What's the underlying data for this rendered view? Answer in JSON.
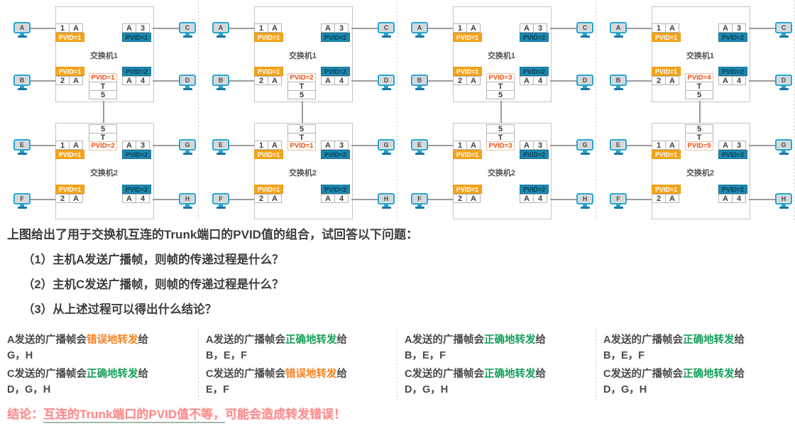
{
  "shared": {
    "sw1_name": "交换机1",
    "sw2_name": "交换机2",
    "access_mode": "A",
    "trunk_mode": "T",
    "trunk_port": "5",
    "port1": "1",
    "port2": "2",
    "port3": "3",
    "port4": "4",
    "pvid1": "PVID=1",
    "pvid2": "PVID=2",
    "hosts": {
      "a": "A",
      "b": "B",
      "c": "C",
      "d": "D",
      "e": "E",
      "f": "F",
      "g": "G",
      "h": "H"
    }
  },
  "colors": {
    "vlan1_tag_bg": "#F7A41C",
    "vlan2_tag_bg": "#1E87AE",
    "trunk_pvid_text": "#EE4B0D",
    "correct_text": "#16A05B",
    "wrong_text": "#F6821F",
    "conclusion_text": "#FA8C8C"
  },
  "panels": [
    {
      "trunk1": "PVID=1",
      "trunk2": "PVID=2"
    },
    {
      "trunk1": "PVID=2",
      "trunk2": "PVID=1"
    },
    {
      "trunk1": "PVID=3",
      "trunk2": "PVID=3"
    },
    {
      "trunk1": "PVID=4",
      "trunk2": "PVID=5"
    }
  ],
  "question": {
    "intro": "上图给出了用于交换机互连的Trunk端口的PVID值的组合，试回答以下问题：",
    "items": [
      "（1）主机A发送广播帧，则帧的传递过程是什么？",
      "（2）主机C发送广播帧，则帧的传递过程是什么？",
      "（3）从上述过程可以得出什么结论？"
    ]
  },
  "answers": [
    {
      "l1": {
        "pre": "A发送的广播帧会",
        "verdict": "错误地转发",
        "post": "给",
        "status": "wrong",
        "targets": "G，H"
      },
      "l2": {
        "pre": "C发送的广播帧会",
        "verdict": "正确地转发",
        "post": "给",
        "status": "right",
        "targets": "D，G，H"
      }
    },
    {
      "l1": {
        "pre": "A发送的广播帧会",
        "verdict": "正确地转发",
        "post": "给",
        "status": "right",
        "targets": "B，E，F"
      },
      "l2": {
        "pre": "C发送的广播帧会",
        "verdict": "错误地转发",
        "post": "给",
        "status": "wrong",
        "targets": "E，F"
      }
    },
    {
      "l1": {
        "pre": "A发送的广播帧会",
        "verdict": "正确地转发",
        "post": "给",
        "status": "right",
        "targets": "B，E，F"
      },
      "l2": {
        "pre": "C发送的广播帧会",
        "verdict": "正确地转发",
        "post": "给",
        "status": "right",
        "targets": "D，G，H"
      }
    },
    {
      "l1": {
        "pre": "A发送的广播帧会",
        "verdict": "正确地转发",
        "post": "给",
        "status": "right",
        "targets": "B，E，F"
      },
      "l2": {
        "pre": "C发送的广播帧会",
        "verdict": "正确地转发",
        "post": "给",
        "status": "right",
        "targets": "D，G，H"
      }
    }
  ],
  "conclusion": {
    "label": "结论：",
    "underlined": "互连的Trunk端口的PVID值不等，",
    "rest": "可能会造成转发错误！"
  }
}
